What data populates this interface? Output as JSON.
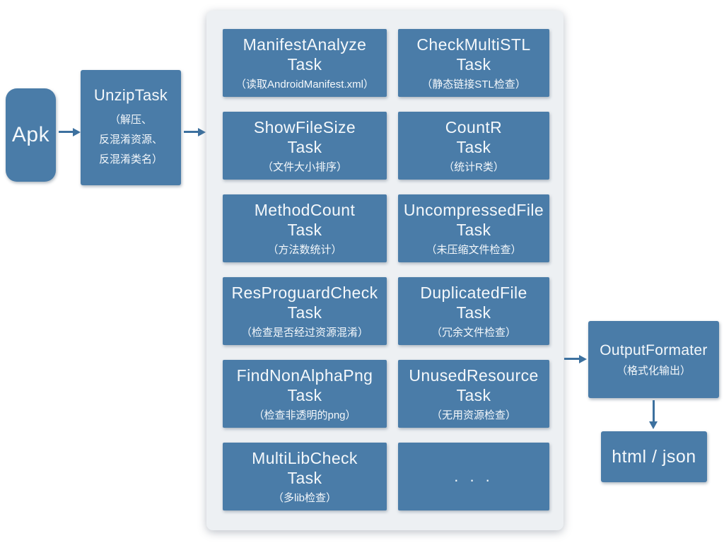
{
  "colors": {
    "node_blue": "#4a7ca8",
    "arrow_blue": "#3d719f",
    "panel_gray": "#edf0f3",
    "text_white": "#f4f8fb"
  },
  "nodes": {
    "apk": {
      "label": "Apk"
    },
    "unzip": {
      "title": "UnzipTask",
      "sub_line1": "（解压、",
      "sub_line2": "反混淆资源、",
      "sub_line3": "反混淆类名）"
    },
    "output": {
      "title": "OutputFormater",
      "sub": "（格式化输出）"
    },
    "result": {
      "label": "html / json"
    },
    "ellipsis": {
      "label": ". . ."
    }
  },
  "tasks": [
    {
      "name": "ManifestAnalyze",
      "word": "Task",
      "sub": "（读取AndroidManifest.xml）"
    },
    {
      "name": "CheckMultiSTL",
      "word": "Task",
      "sub": "（静态链接STL检查）"
    },
    {
      "name": "ShowFileSize",
      "word": "Task",
      "sub": "（文件大小排序）"
    },
    {
      "name": "CountR",
      "word": "Task",
      "sub": "（统计R类）"
    },
    {
      "name": "MethodCount",
      "word": "Task",
      "sub": "（方法数统计）"
    },
    {
      "name": "UncompressedFile",
      "word": "Task",
      "sub": "（未压缩文件检查）"
    },
    {
      "name": "ResProguardCheck",
      "word": "Task",
      "sub": "（检查是否经过资源混淆）"
    },
    {
      "name": "DuplicatedFile",
      "word": "Task",
      "sub": "（冗余文件检查）"
    },
    {
      "name": "FindNonAlphaPng",
      "word": "Task",
      "sub": "（检查非透明的png）"
    },
    {
      "name": "UnusedResource",
      "word": "Task",
      "sub": "（无用资源检查）"
    },
    {
      "name": "MultiLibCheck",
      "word": "Task",
      "sub": "（多lib检查）"
    }
  ]
}
